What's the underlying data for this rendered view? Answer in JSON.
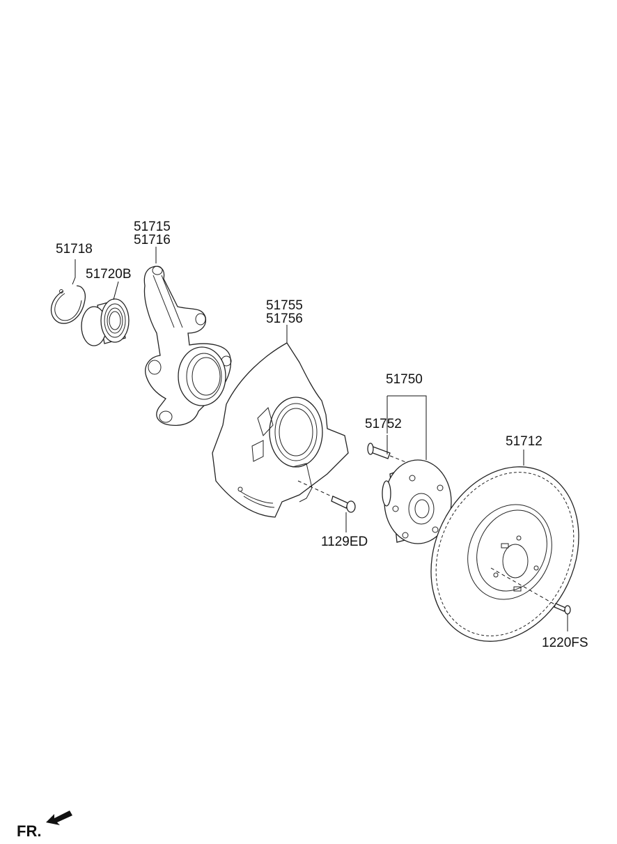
{
  "callouts": {
    "snap_ring": "51718",
    "knuckle_lh": "51715",
    "knuckle_rh": "51716",
    "bearing": "51720B",
    "dust_cover_lh": "51755",
    "dust_cover_rh": "51756",
    "hub_assembly": "51750",
    "hub_bolt": "51752",
    "disc": "51712",
    "cover_bolt": "1129ED",
    "disc_screw": "1220FS"
  },
  "front_marker": "FR."
}
